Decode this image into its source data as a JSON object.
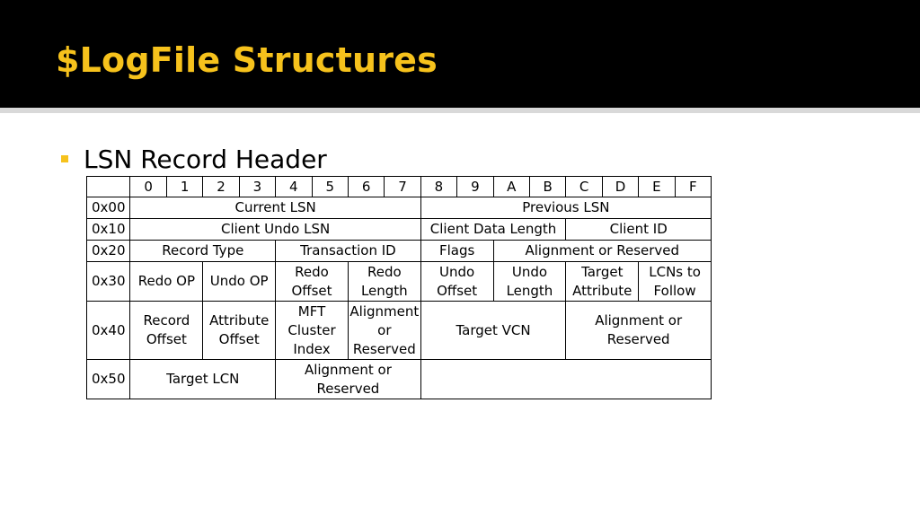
{
  "slide": {
    "title": "$LogFile Structures",
    "bullet": "LSN Record Header"
  },
  "colors": {
    "header_bg": "#000000",
    "title": "#f6c21c",
    "bullet": "#f6c21c"
  },
  "table": {
    "columns": [
      "0",
      "1",
      "2",
      "3",
      "4",
      "5",
      "6",
      "7",
      "8",
      "9",
      "A",
      "B",
      "C",
      "D",
      "E",
      "F"
    ],
    "rows": [
      {
        "offset": "0x00",
        "cells": [
          {
            "text": "Current LSN",
            "span": 8
          },
          {
            "text": "Previous LSN",
            "span": 8
          }
        ]
      },
      {
        "offset": "0x10",
        "cells": [
          {
            "text": "Client Undo LSN",
            "span": 8
          },
          {
            "text": "Client Data Length",
            "span": 4
          },
          {
            "text": "Client ID",
            "span": 4
          }
        ]
      },
      {
        "offset": "0x20",
        "cells": [
          {
            "text": "Record Type",
            "span": 4
          },
          {
            "text": "Transaction ID",
            "span": 4
          },
          {
            "text": "Flags",
            "span": 2
          },
          {
            "text": "Alignment or Reserved",
            "span": 6
          }
        ]
      },
      {
        "offset": "0x30",
        "cells": [
          {
            "text": "Redo OP",
            "span": 2
          },
          {
            "text": "Undo OP",
            "span": 2
          },
          {
            "text": "Redo Offset",
            "span": 2
          },
          {
            "text": "Redo Length",
            "span": 2
          },
          {
            "text": "Undo Offset",
            "span": 2
          },
          {
            "text": "Undo Length",
            "span": 2
          },
          {
            "text": "Target Attribute",
            "span": 2
          },
          {
            "text": "LCNs to Follow",
            "span": 2
          }
        ]
      },
      {
        "offset": "0x40",
        "cells": [
          {
            "text": "Record Offset",
            "span": 2
          },
          {
            "text": "Attribute Offset",
            "span": 2
          },
          {
            "text": "MFT Cluster Index",
            "span": 2
          },
          {
            "text": "Alignment or Reserved",
            "span": 2
          },
          {
            "text": "Target VCN",
            "span": 4
          },
          {
            "text": "Alignment or Reserved",
            "span": 4
          }
        ]
      },
      {
        "offset": "0x50",
        "cells": [
          {
            "text": "Target LCN",
            "span": 4
          },
          {
            "text": "Alignment or Reserved",
            "span": 4
          },
          {
            "text": "",
            "span": 8
          }
        ]
      }
    ]
  }
}
